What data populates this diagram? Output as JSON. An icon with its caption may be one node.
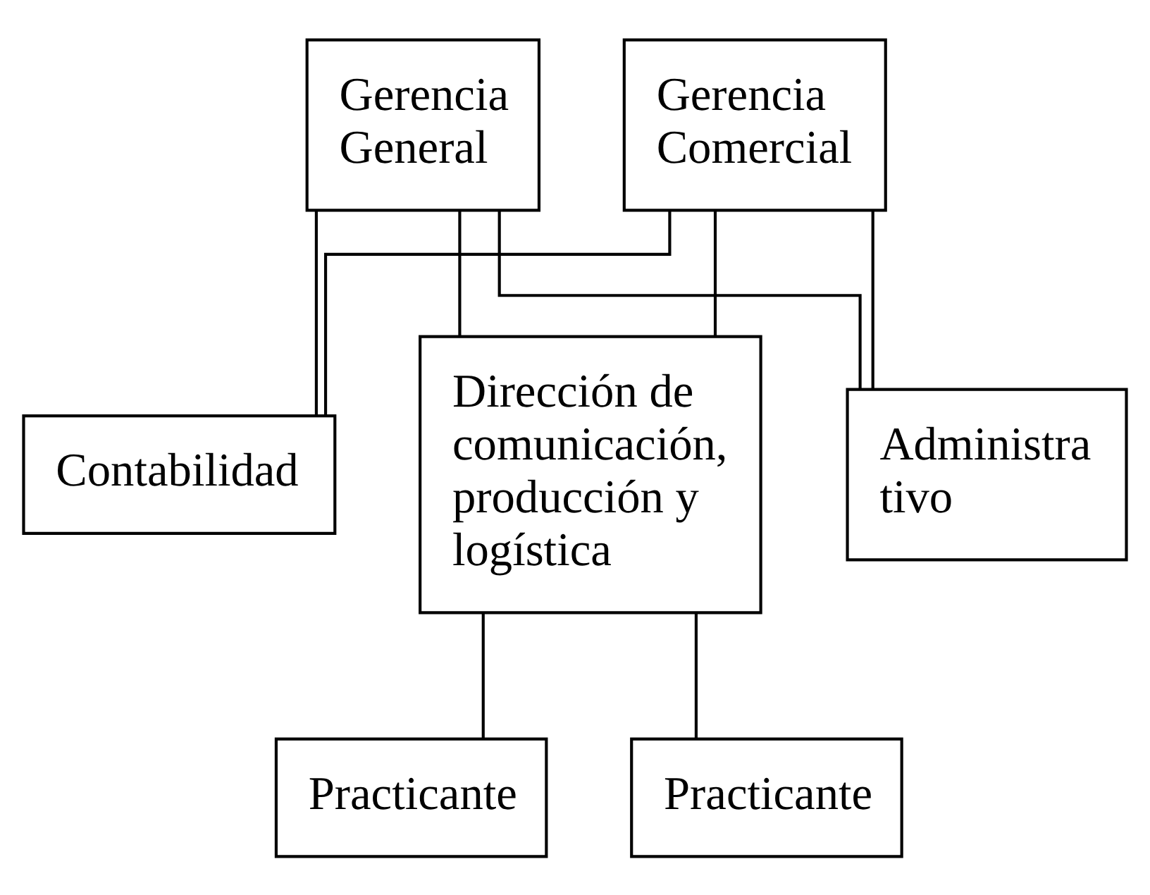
{
  "diagram": {
    "nodes": [
      {
        "text": [
          "Gerencia General"
        ]
      },
      {
        "text": [
          "Gerencia Comercial"
        ]
      },
      {
        "text": [
          "Contabilidad"
        ]
      },
      {
        "text": [
          "Dirección de comunicación, producción y logística"
        ]
      },
      {
        "text": [
          "Administra tivo"
        ]
      },
      {
        "text": [
          "Practicante"
        ]
      },
      {
        "text": [
          "Practicante"
        ]
      }
    ],
    "edges": [
      {
        "from": 0,
        "to": 2,
        "arrow": "none"
      },
      {
        "from": 0,
        "to": 3,
        "arrow": "none"
      },
      {
        "from": 0,
        "to": 4,
        "arrow": "none"
      },
      {
        "from": 1,
        "to": 2,
        "arrow": "none"
      },
      {
        "from": 1,
        "to": 3,
        "arrow": "none"
      },
      {
        "from": 1,
        "to": 4,
        "arrow": "none"
      },
      {
        "from": 3,
        "to": 5,
        "arrow": "none"
      },
      {
        "from": 3,
        "to": 6,
        "arrow": "none"
      }
    ]
  }
}
